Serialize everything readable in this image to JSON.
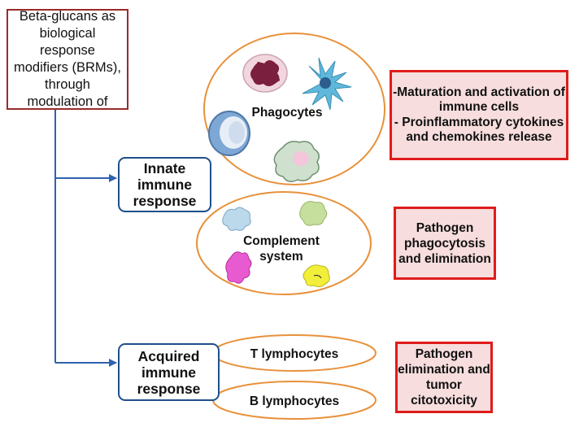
{
  "root": {
    "text": "Beta-glucans as biological response modifiers (BRMs), through modulation of"
  },
  "innate": {
    "label": "Innate immune response"
  },
  "acquired": {
    "label": "Acquired immune response"
  },
  "cells": {
    "phagocytes": "Phagocytes",
    "complement": "Complement system",
    "t_lymphocytes": "T lymphocytes",
    "b_lymphocytes": "B lymphocytes"
  },
  "outcomes": {
    "phagocytes_effect": "-Maturation and activation of immune cells\n- Proinflammatory cytokines and chemokines release",
    "complement_effect": "Pathogen phagocytosis and elimination",
    "acquired_effect": "Pathogen elimination and tumor citotoxicity"
  },
  "colors": {
    "root_border": "#9a2b2b",
    "response_border": "#1e4f8c",
    "arrow": "#2f63b0",
    "ellipse": "#e8913a",
    "outcome_border": "#e01b1b",
    "outcome_fill": "#f7dddd"
  },
  "icons": [
    "neutrophil-icon",
    "dendritic-cell-icon",
    "monocyte-icon",
    "macrophage-icon",
    "complement-protein-icon"
  ]
}
